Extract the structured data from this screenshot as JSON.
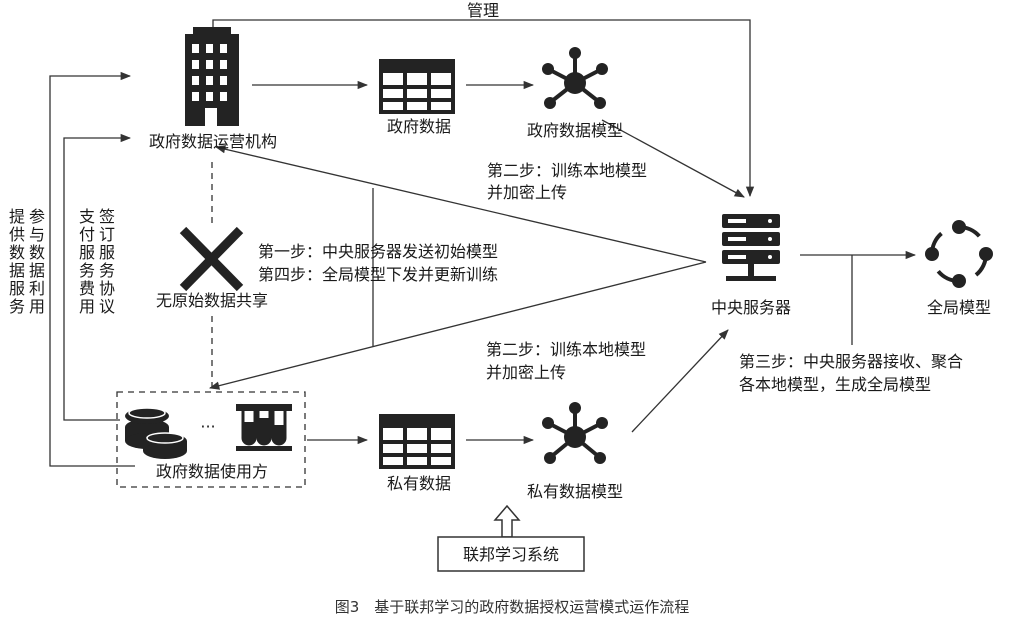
{
  "nodes": {
    "gov_org": "政府数据运营机构",
    "gov_data": "政府数据",
    "gov_model": "政府数据模型",
    "central_server": "中央服务器",
    "global_model": "全局模型",
    "no_raw_sharing": "无原始数据共享",
    "users": "政府数据使用方",
    "users_ellipsis": "···",
    "private_data": "私有数据",
    "private_model": "私有数据模型",
    "fl_system": "联邦学习系统"
  },
  "edges": {
    "manage": "管理",
    "step2_top_1": "第二步：训练本地模型",
    "step2_top_2": "并加密上传",
    "step1": "第一步：中央服务器发送初始模型",
    "step4": "第四步：全局模型下发并更新训练",
    "step2_bot_1": "第二步：训练本地模型",
    "step2_bot_2": "并加密上传",
    "step3_1": "第三步：中央服务器接收、聚合",
    "step3_2": "各本地模型，生成全局模型",
    "provide_1": "提供数据服务",
    "provide_2": "参与数据利用",
    "sign_1": "支付服务费用",
    "sign_2": "签订服务协议"
  },
  "caption": "图3　基于联邦学习的政府数据授权运营模式运作流程"
}
